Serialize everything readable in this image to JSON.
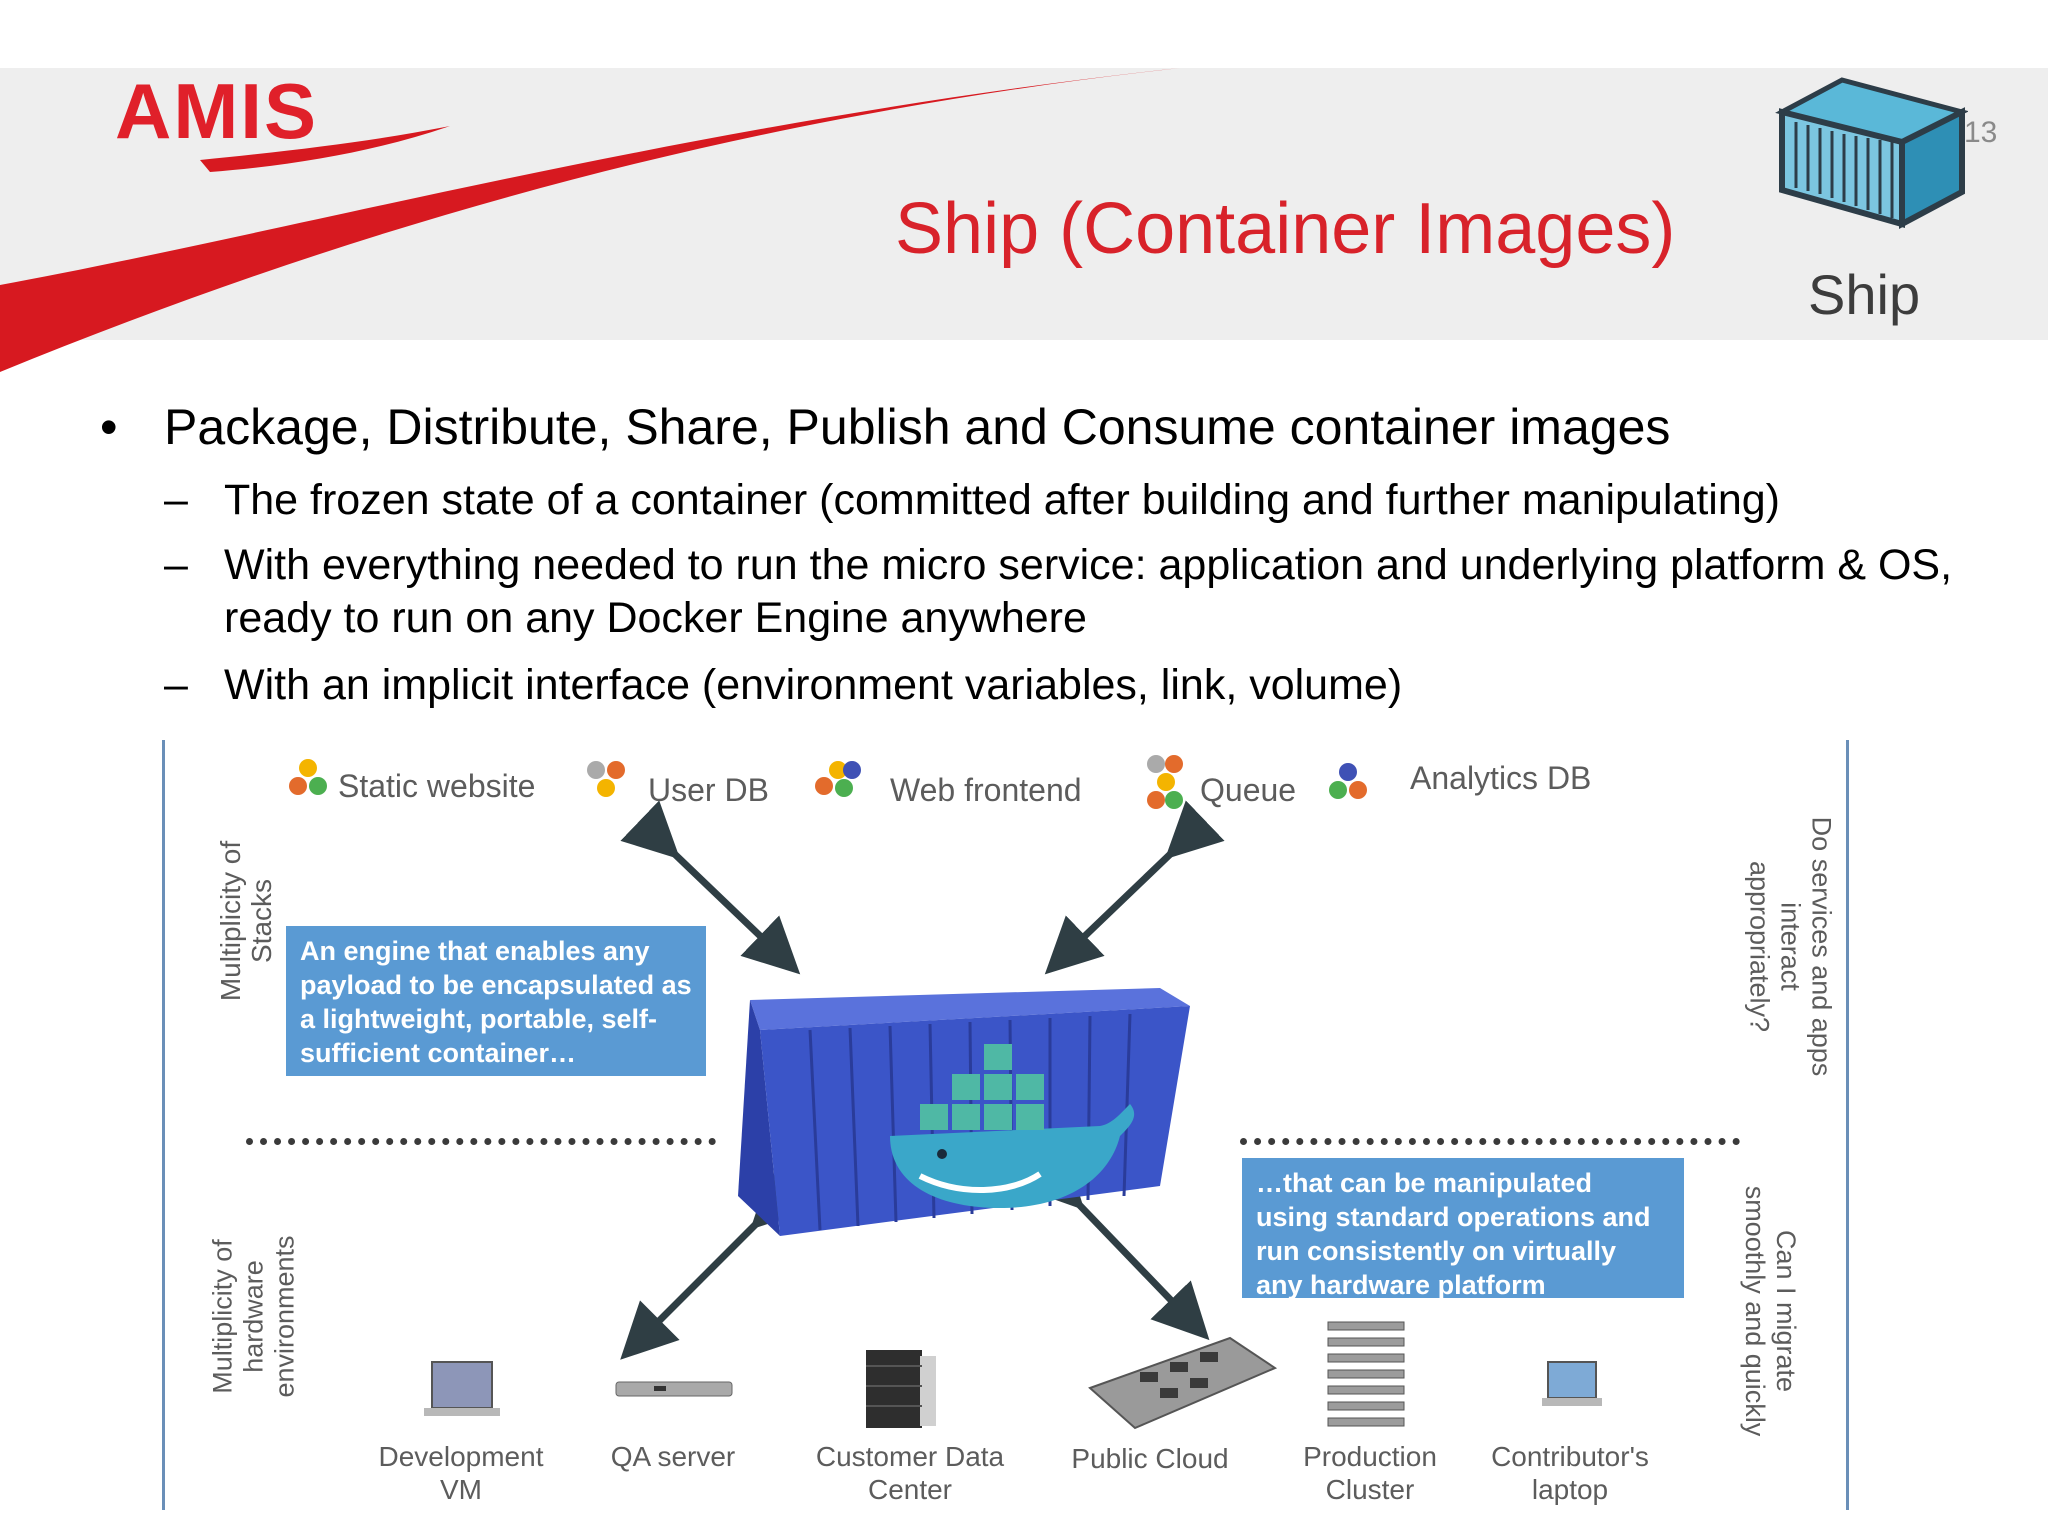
{
  "logo": {
    "text": "AMIS"
  },
  "slide": {
    "number": "13",
    "title": "Ship (Container Images)",
    "ship_label": "Ship"
  },
  "bullets": {
    "main": "Package, Distribute, Share, Publish and Consume container images",
    "subs": [
      "The frozen state of a container (committed after building and further manipulating)",
      "With everything needed to run the micro service: application and underlying platform & OS, ready to run on any Docker Engine anywhere",
      "With an implicit interface (environment variables, link, volume)"
    ]
  },
  "diagram": {
    "stacks": [
      "Static website",
      "User DB",
      "Web frontend",
      "Queue",
      "Analytics DB"
    ],
    "engine_text": "An engine that enables any payload to be encapsulated as a lightweight, portable, self-sufficient  container…",
    "manipulate_text": "…that  can be manipulated using standard operations and run consistently on virtually any hardware platform",
    "left_top_label": "Multiplicity of Stacks",
    "left_bottom_label": "Multiplicity of\nhardware\nenvironments",
    "right_top_label": "Do services and apps\ninteract\nappropriately?",
    "right_bottom_label": "Can I migrate\nsmoothly and quickly",
    "hardware": [
      "Development\nVM",
      "QA server",
      "Customer  Data\nCenter",
      "Public Cloud",
      "Production\nCluster",
      "Contributor's\nlaptop"
    ],
    "colors": {
      "box": "#5a9ad3",
      "container": "#3b55c8",
      "whale": "#3aa7c9",
      "accent": "#d8222a"
    },
    "icons": [
      "container-icon",
      "docker-whale-icon",
      "laptop-icon",
      "server-icon",
      "datacenter-icon",
      "cloud-board-icon",
      "cluster-icon"
    ]
  }
}
